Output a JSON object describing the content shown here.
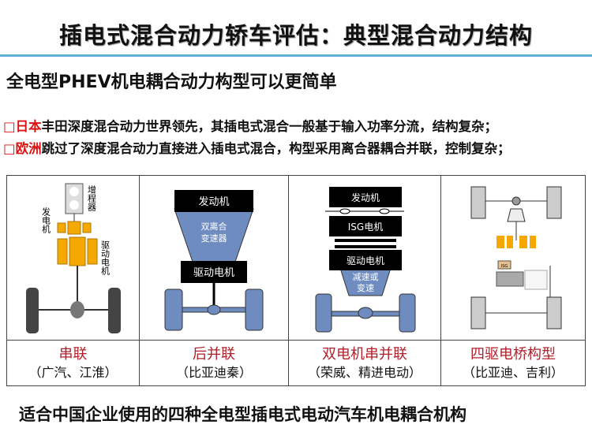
{
  "header": {
    "title": "插电式混合动力轿车评估：典型混合动力结构"
  },
  "subtitle": "全电型PHEV机电耦合动力构型可以更简单",
  "bullets": [
    {
      "marker": "□",
      "highlight": "日本",
      "text": "丰田深度混合动力世界领先，其插电式混合一般基于输入功率分流，结构复杂；"
    },
    {
      "marker": "□",
      "highlight": "欧洲",
      "text": "跳过了深度混合动力直接进入插电式混合，构型采用离合器耦合并联，控制复杂；"
    }
  ],
  "diagrams": {
    "series": {
      "range_extender": "增程器",
      "generator": "发电机",
      "drive_motor": "驱动电机"
    },
    "rear_parallel": {
      "engine": "发动机",
      "dct": [
        "双离合",
        "变速器"
      ],
      "drive_motor": "驱动电机"
    },
    "dual_motor": {
      "engine": "发动机",
      "isg": "ISG电机",
      "drive_motor": "驱动电机",
      "reducer": [
        "减速或",
        "变速"
      ]
    },
    "awd": {
      "isg_small": "ISG"
    }
  },
  "table": [
    {
      "title": "串联",
      "makers": "（广汽、江淮）"
    },
    {
      "title": "后并联",
      "makers": "（比亚迪秦）"
    },
    {
      "title": "双电机串并联",
      "makers": "（荣威、精进电动）"
    },
    {
      "title": "四驱电桥构型",
      "makers": "（比亚迪、吉利）"
    }
  ],
  "footer": "适合中国企业使用的四种全电型插电式电动汽车机电耦合机构",
  "colors": {
    "accent_rule": "#5fb0d6",
    "highlight": "#dd1111",
    "label_red": "#b0202a",
    "orange": "#f5a800",
    "blue": "#5a78a8"
  }
}
